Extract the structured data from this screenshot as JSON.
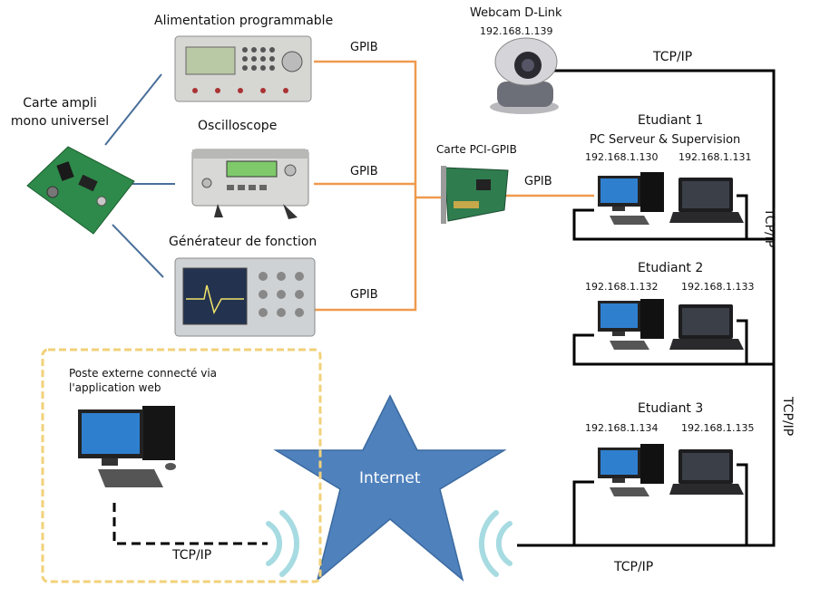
{
  "devices": {
    "power_supply": "Alimentation  programmable",
    "oscilloscope": "Oscilloscope",
    "generator": "Générateur  de fonction",
    "amp_board": "Carte ampli mono universel",
    "gpib_card": "Carte PCI-GPIB",
    "webcam": {
      "name": "Webcam  D-Link",
      "ip": "192.168.1.139"
    }
  },
  "gpib_label": "GPIB",
  "tcpip_label": "TCP/IP",
  "students": [
    {
      "title": "Etudiant  1",
      "subtitle": "PC Serveur  & Supervision",
      "ip_desktop": "192.168.1.130",
      "ip_laptop": "192.168.1.131"
    },
    {
      "title": "Etudiant  2",
      "ip_desktop": "192.168.1.132",
      "ip_laptop": "192.168.1.133"
    },
    {
      "title": "Etudiant  3",
      "ip_desktop": "192.168.1.134",
      "ip_laptop": "192.168.1.135"
    }
  ],
  "external": {
    "label_line1": "Poste externe connecté via",
    "label_line2": "l'application web"
  },
  "internet": "Internet",
  "colors": {
    "gpib": "#ef9a4e",
    "star": "#4f81bd",
    "box": "#f1d17a",
    "amp_line": "#4a6f9a",
    "wifi": "#a7dbe2"
  }
}
